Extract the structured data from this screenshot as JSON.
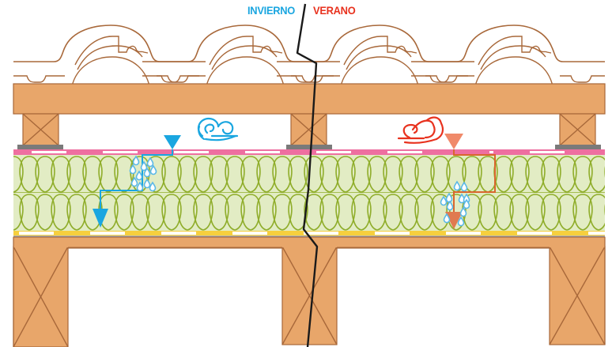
{
  "labels": {
    "winter": "INVIERNO",
    "summer": "VERANO"
  },
  "colors": {
    "winter": "#1aa6e0",
    "summer": "#e8321e",
    "summer_arrow": "#f08a6a",
    "summer_path": "#d9662e",
    "wood": "#e8a66a",
    "wood_line": "#a8683a",
    "tile_line": "#a8683a",
    "insulation_fill": "#e2ecc4",
    "insulation_line": "#8fad2a",
    "membrane_top": "#ee6fa0",
    "membrane_bottom": "#f6cf3e",
    "batten_pad": "#7a7a7a",
    "divider": "#1a1a1a",
    "droplet": "#5ab8e8"
  },
  "layers": [
    {
      "name": "roof-tiles"
    },
    {
      "name": "roof-board"
    },
    {
      "name": "battens"
    },
    {
      "name": "breathable-membrane"
    },
    {
      "name": "insulation-upper"
    },
    {
      "name": "insulation-lower"
    },
    {
      "name": "vapor-barrier"
    },
    {
      "name": "ceiling-board"
    },
    {
      "name": "rafters"
    }
  ],
  "icons": {
    "winter_wind": "wind-icon",
    "summer_wind": "wind-icon",
    "winter_arrow": "down-arrow-icon",
    "summer_arrow": "down-arrow-icon",
    "condensation": "water-droplets-icon"
  }
}
